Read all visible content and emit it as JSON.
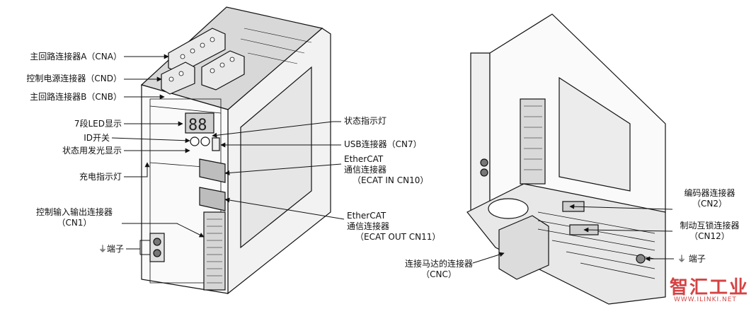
{
  "left_labels": {
    "cna": "主回路连接器A（CNA）",
    "cnd": "控制电源连接器（CND）",
    "cnb": "主回路连接器B（CNB）",
    "led7": "7段LED显示",
    "id_switch": "ID开关",
    "status_led": "状态用发光显示",
    "charge_lamp": "充电指示灯",
    "cn1": [
      "控制输入输出连接器",
      "（CN1）"
    ],
    "ground": "⏚端子"
  },
  "right_of_left_labels": {
    "status_lamp": "状态指示灯",
    "usb": "USB连接器（CN7）",
    "ecat_in": [
      "EtherCAT",
      "通信连接器",
      "（ECAT IN CN10）"
    ],
    "ecat_out": [
      "EtherCAT",
      "通信连接器",
      "（ECAT OUT CN11）"
    ]
  },
  "right_labels": {
    "encoder": [
      "编码器连接器",
      "（CN2）"
    ],
    "brake": [
      "制动互锁连接器",
      "（CN12）"
    ],
    "ground": "⏚ 端子",
    "motor": [
      "连接马达的连接器",
      "（CNC）"
    ]
  },
  "watermark": {
    "main": "智汇工业",
    "sub": "WWW.ILINKI.NET"
  }
}
